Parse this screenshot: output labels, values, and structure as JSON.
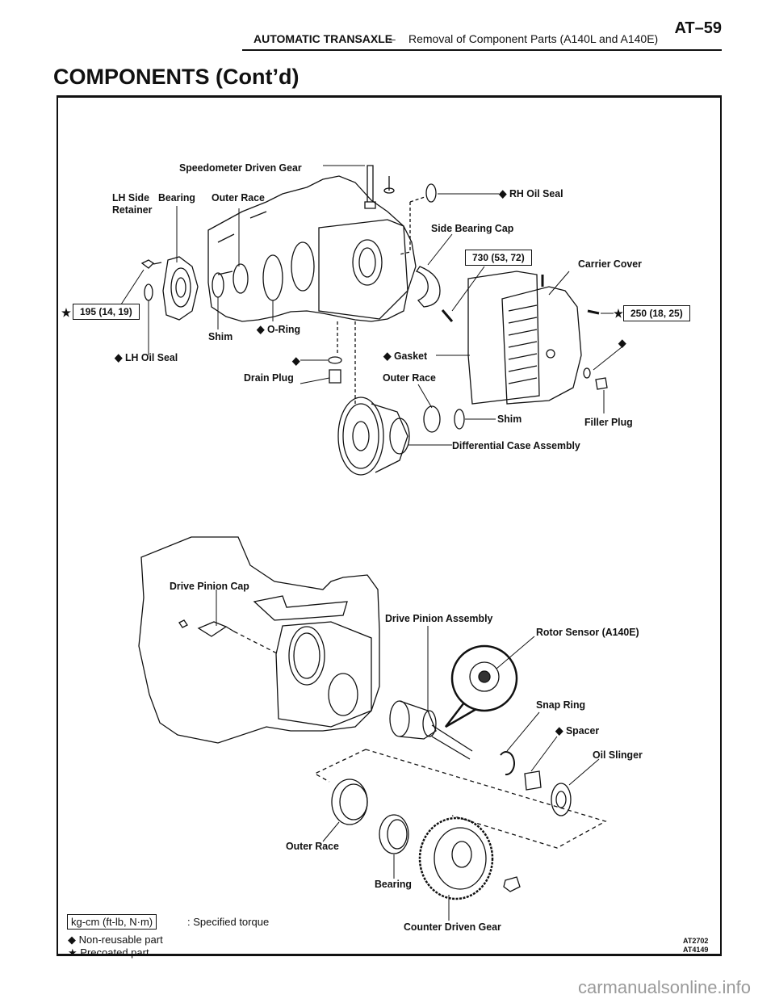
{
  "header": {
    "section": "AUTOMATIC TRANSAXLE",
    "separator": "–",
    "subtitle": "Removal of Component Parts (A140L and A140E)",
    "page_number": "AT–59"
  },
  "heading": "COMPONENTS (Cont’d)",
  "symbols": {
    "non_reusable": "◆",
    "precoated": "★"
  },
  "upper_diagram": {
    "labels": {
      "speedometer_driven_gear": "Speedometer Driven Gear",
      "lh_side_bearing_retainer_1": "LH Side",
      "lh_side_bearing_retainer_2": "Retainer",
      "bearing": "Bearing",
      "outer_race_top": "Outer Race",
      "rh_oil_seal": "RH Oil Seal",
      "side_bearing_cap": "Side Bearing Cap",
      "carrier_cover": "Carrier Cover",
      "shim_left": "Shim",
      "o_ring": "O-Ring",
      "lh_oil_seal": "LH Oil Seal",
      "gasket": "Gasket",
      "drain_plug": "Drain Plug",
      "outer_race_mid": "Outer Race",
      "shim_right": "Shim",
      "filler_plug": "Filler Plug",
      "differential_case_assembly": "Differential Case Assembly"
    },
    "torques": {
      "retainer_bolt": "195 (14, 19)",
      "cap_bolt": "730 (53, 72)",
      "cover_bolt": "250 (18, 25)"
    }
  },
  "lower_diagram": {
    "labels": {
      "drive_pinion_cap": "Drive Pinion Cap",
      "drive_pinion_assembly": "Drive Pinion Assembly",
      "rotor_sensor": "Rotor Sensor (A140E)",
      "snap_ring": "Snap Ring",
      "spacer": "Spacer",
      "oil_slinger": "Oil Slinger",
      "outer_race": "Outer Race",
      "bearing": "Bearing",
      "counter_driven_gear": "Counter Driven Gear"
    }
  },
  "legend": {
    "torque_units": "kg-cm (ft-lb, N·m)",
    "torque_desc": ": Specified torque",
    "non_reusable": "Non-reusable part",
    "precoated": "Precoated part"
  },
  "figure_codes": [
    "AT2702",
    "AT4149"
  ],
  "watermark": "carmanualsonline.info"
}
